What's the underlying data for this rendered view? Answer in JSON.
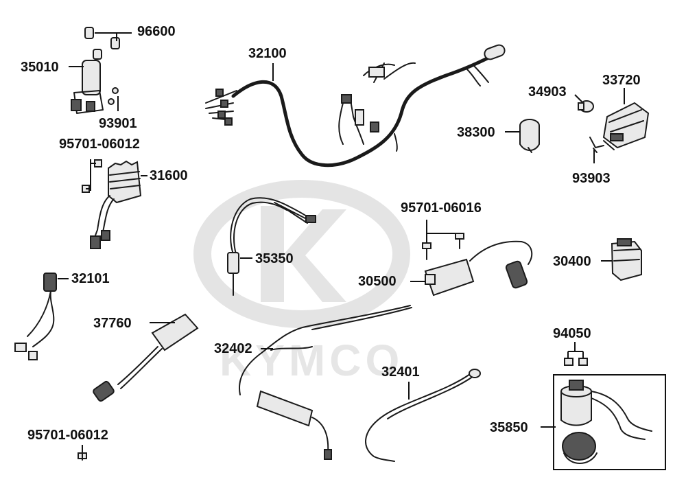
{
  "watermark": {
    "brand": "KYMCO"
  },
  "labels": {
    "p96600": "96600",
    "p35010": "35010",
    "p93901": "93901",
    "p95701_06012_top": "95701-06012",
    "p31600": "31600",
    "p32100": "32100",
    "p34903": "34903",
    "p33720": "33720",
    "p38300": "38300",
    "p93903": "93903",
    "p95701_06016": "95701-06016",
    "p35350": "35350",
    "p30400": "30400",
    "p30500": "30500",
    "p32101": "32101",
    "p37760": "37760",
    "p32402": "32402",
    "p94050": "94050",
    "p32401": "32401",
    "p35850": "35850",
    "p95701_06012_bottom": "95701-06012"
  },
  "colors": {
    "ink": "#111111",
    "watermark": "#e6e6e6"
  }
}
